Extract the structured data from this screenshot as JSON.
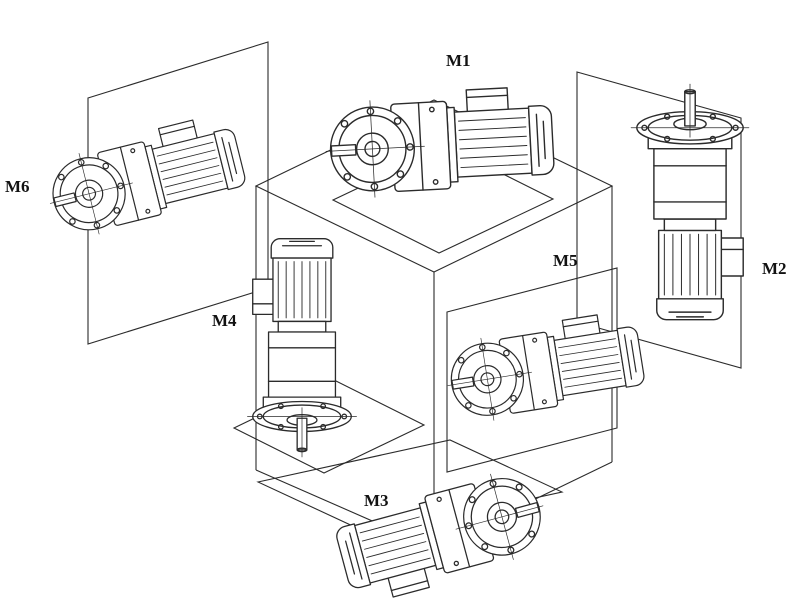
{
  "diagram": {
    "type": "gearmotor-mounting-positions",
    "positions": [
      {
        "id": "m1",
        "label": "M1"
      },
      {
        "id": "m2",
        "label": "M2"
      },
      {
        "id": "m3",
        "label": "M3"
      },
      {
        "id": "m4",
        "label": "M4"
      },
      {
        "id": "m5",
        "label": "M5"
      },
      {
        "id": "m6",
        "label": "M6"
      }
    ],
    "colors": {
      "background": "#ffffff",
      "line": "#2b2b2b"
    }
  }
}
